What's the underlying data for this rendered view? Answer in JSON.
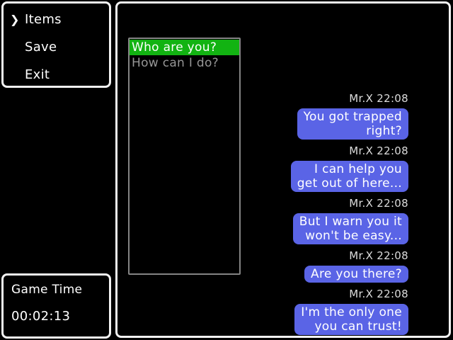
{
  "menu": {
    "cursor_glyph": "❯",
    "items": [
      {
        "label": "Items",
        "selected": true
      },
      {
        "label": "Save",
        "selected": false
      },
      {
        "label": "Exit",
        "selected": false
      }
    ]
  },
  "game_time": {
    "label": "Game Time",
    "value": "00:02:13"
  },
  "choices": {
    "options": [
      {
        "label": "Who are you?",
        "selected": true
      },
      {
        "label": "How can I do?",
        "selected": false
      }
    ]
  },
  "chat": {
    "messages": [
      {
        "sender_time": "Mr.X 22:08",
        "text": "You got trapped\nright?"
      },
      {
        "sender_time": "Mr.X 22:08",
        "text": "I can help you\nget out of here..."
      },
      {
        "sender_time": "Mr.X 22:08",
        "text": "But I warn you it\nwon't be easy..."
      },
      {
        "sender_time": "Mr.X 22:08",
        "text": "Are you there?"
      },
      {
        "sender_time": "Mr.X 22:08",
        "text": "I'm the only one\nyou can trust!"
      }
    ]
  },
  "colors": {
    "background": "#000000",
    "window_border": "#f2f2f2",
    "choice_border": "#848484",
    "highlight_green": "#12b312",
    "bubble_blue": "#5a64e6",
    "muted_text": "#969696",
    "text": "#ffffff"
  }
}
